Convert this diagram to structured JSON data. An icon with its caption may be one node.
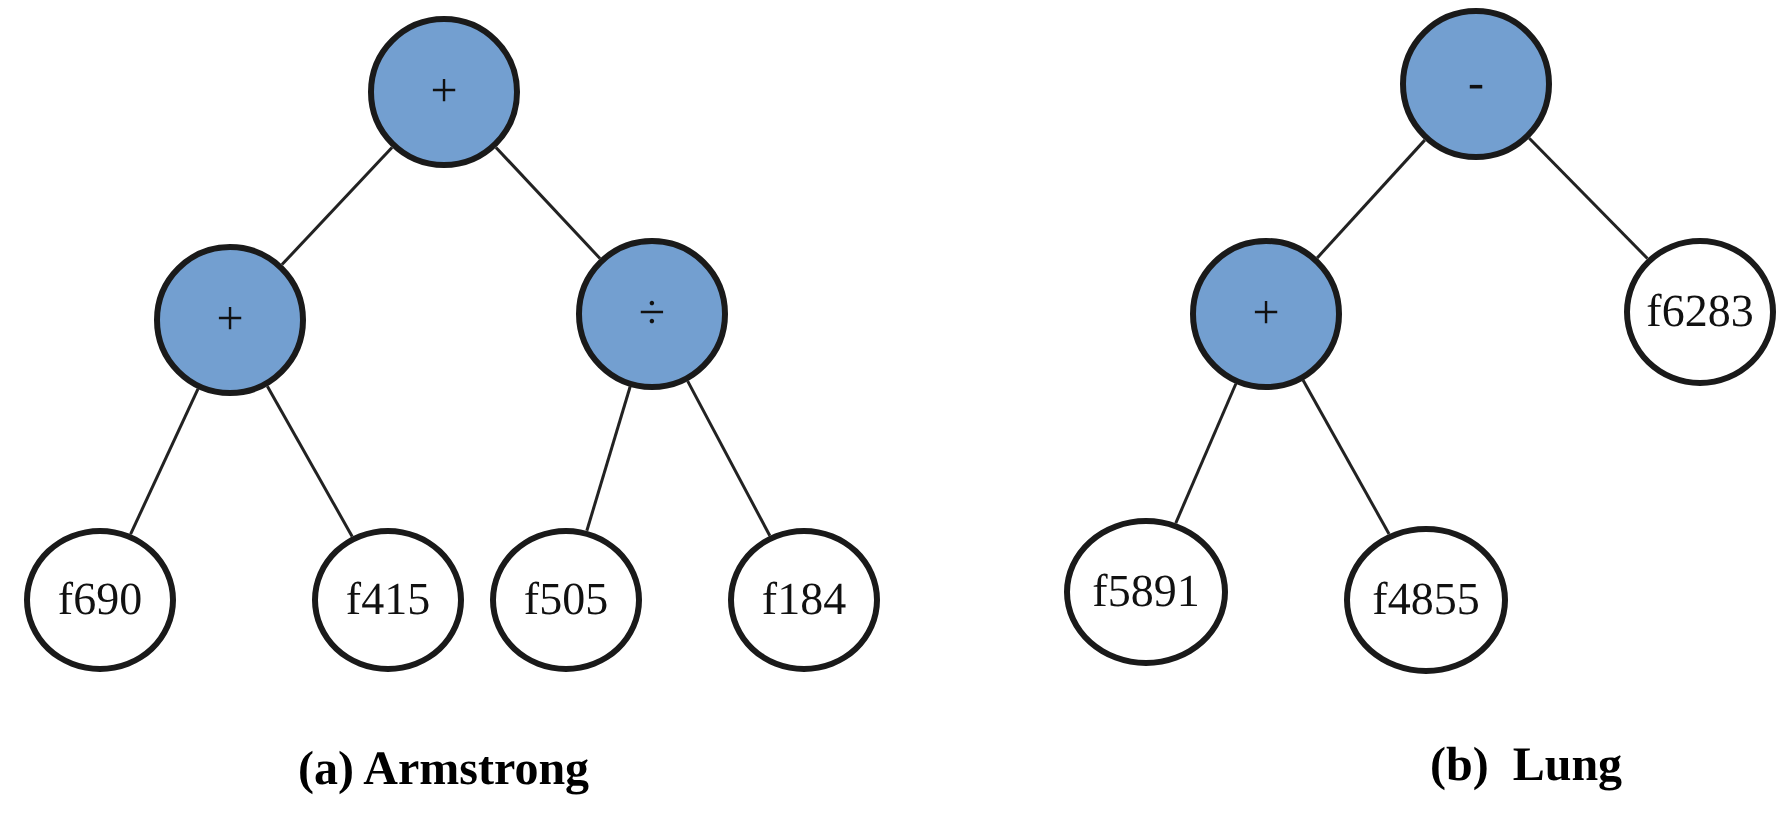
{
  "diagram": {
    "nodes": [
      {
        "text": [
          "+"
        ]
      },
      {
        "text": [
          "+"
        ]
      },
      {
        "text": [
          "÷"
        ]
      },
      {
        "text": [
          "f690"
        ]
      },
      {
        "text": [
          "f415"
        ]
      },
      {
        "text": [
          "f505"
        ]
      },
      {
        "text": [
          "f184"
        ]
      },
      {
        "text": [
          "-"
        ]
      },
      {
        "text": [
          "+"
        ]
      },
      {
        "text": [
          "f6283"
        ]
      },
      {
        "text": [
          "f5891"
        ]
      },
      {
        "text": [
          "f4855"
        ]
      }
    ],
    "edges": [
      {
        "from": 0,
        "to": 1,
        "arrow": "none"
      },
      {
        "from": 0,
        "to": 2,
        "arrow": "none"
      },
      {
        "from": 1,
        "to": 3,
        "arrow": "none"
      },
      {
        "from": 1,
        "to": 4,
        "arrow": "none"
      },
      {
        "from": 2,
        "to": 5,
        "arrow": "none"
      },
      {
        "from": 2,
        "to": 6,
        "arrow": "none"
      },
      {
        "from": 7,
        "to": 8,
        "arrow": "none"
      },
      {
        "from": 7,
        "to": 9,
        "arrow": "none"
      },
      {
        "from": 8,
        "to": 10,
        "arrow": "none"
      },
      {
        "from": 8,
        "to": 11,
        "arrow": "none"
      }
    ],
    "labels": [
      "(a) Armstrong",
      "(b)  Lung"
    ]
  }
}
